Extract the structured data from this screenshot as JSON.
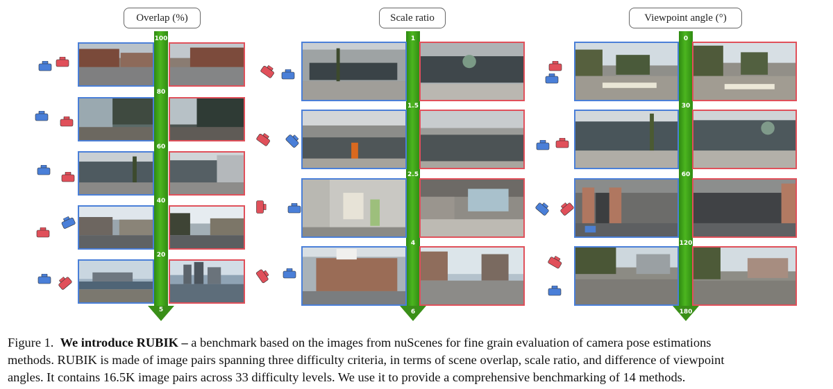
{
  "figure": {
    "columns": [
      {
        "title": "Overlap (%)",
        "ticks": [
          "100",
          "80",
          "60",
          "40",
          "20",
          "5"
        ]
      },
      {
        "title": "Scale ratio",
        "ticks": [
          "1",
          "1.5",
          "2.5",
          "4",
          "6"
        ]
      },
      {
        "title": "Viewpoint angle (°)",
        "ticks": [
          "0",
          "30",
          "60",
          "120",
          "180"
        ]
      }
    ],
    "colors": {
      "query_frame": "#4a7fd8",
      "reference_frame": "#e0505a",
      "arrow": "#3a9a16"
    },
    "icons": [
      "camera-blue-icon",
      "camera-red-icon",
      "green-arrow"
    ]
  },
  "caption": {
    "label": "Figure 1.",
    "bold_lead": "We introduce RUBIK –",
    "line1_rest": " a benchmark based on the images from nuScenes for fine grain evaluation of camera pose estimations",
    "line2": "methods. RUBIK is made of image pairs spanning three difficulty criteria, in terms of scene overlap, scale ratio, and difference of viewpoint",
    "line3": "angles. It contains 16.5K image pairs across 33 difficulty levels. We use it to provide a comprehensive benchmarking of 14 methods."
  }
}
